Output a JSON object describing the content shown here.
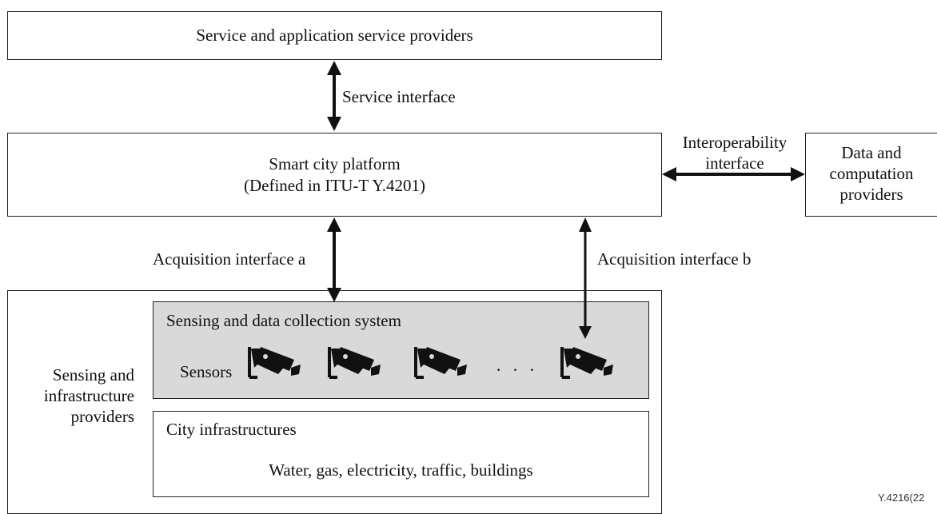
{
  "service_providers": {
    "label": "Service and application service providers"
  },
  "service_interface": {
    "label": "Service interface"
  },
  "platform": {
    "title": "Smart city platform",
    "subtitle": "(Defined in ITU-T Y.4201)"
  },
  "interop_interface": {
    "line1": "Interoperability",
    "line2": "interface"
  },
  "data_providers": {
    "line1": "Data and",
    "line2": "computation",
    "line3": "providers"
  },
  "acq_a": {
    "label": "Acquisition interface a"
  },
  "acq_b": {
    "label": "Acquisition interface b"
  },
  "sensing_infra": {
    "line1": "Sensing and",
    "line2": "infrastructure",
    "line3": "providers"
  },
  "sensing_system": {
    "title": "Sensing and data collection system",
    "sensors_label": "Sensors",
    "ellipsis": "· · ·"
  },
  "city_infra": {
    "title": "City infrastructures",
    "items": "Water, gas, electricity, traffic, buildings"
  },
  "figure_id": "Y.4216(22",
  "colors": {
    "sensing_fill": "#d9d9d9",
    "line": "#111111"
  },
  "icons": {
    "sensor": "surveillance-camera-icon"
  }
}
